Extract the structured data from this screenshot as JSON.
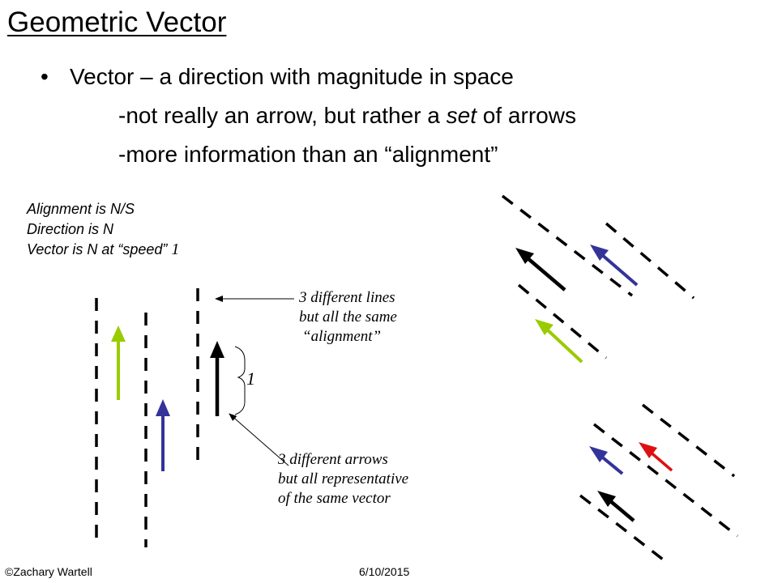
{
  "slide": {
    "title": "Geometric Vector",
    "bullets": [
      {
        "text": "Vector – a direction with magnitude in space"
      },
      {
        "prefix": "-not really an arrow, but rather a ",
        "emphasis": "set",
        "suffix": " of arrows"
      },
      {
        "text": "-more information than an “alignment”"
      }
    ]
  },
  "diagram": {
    "info": {
      "alignment": "Alignment is N/S",
      "direction": "Direction is N",
      "vector_prefix": "Vector is N at “speed” ",
      "vector_value": "1"
    },
    "note_lines": [
      "3 different lines",
      "but all the same",
      "“alignment”"
    ],
    "note_arrows": [
      "3 different arrows",
      "but all representative",
      "of the same vector"
    ],
    "magnitude_label": "1",
    "colors": {
      "green": "#99cc00",
      "blue": "#333399",
      "black": "#000000",
      "red": "#dd1111"
    }
  },
  "footer": {
    "author": "©Zachary Wartell",
    "date": "6/10/2015"
  }
}
